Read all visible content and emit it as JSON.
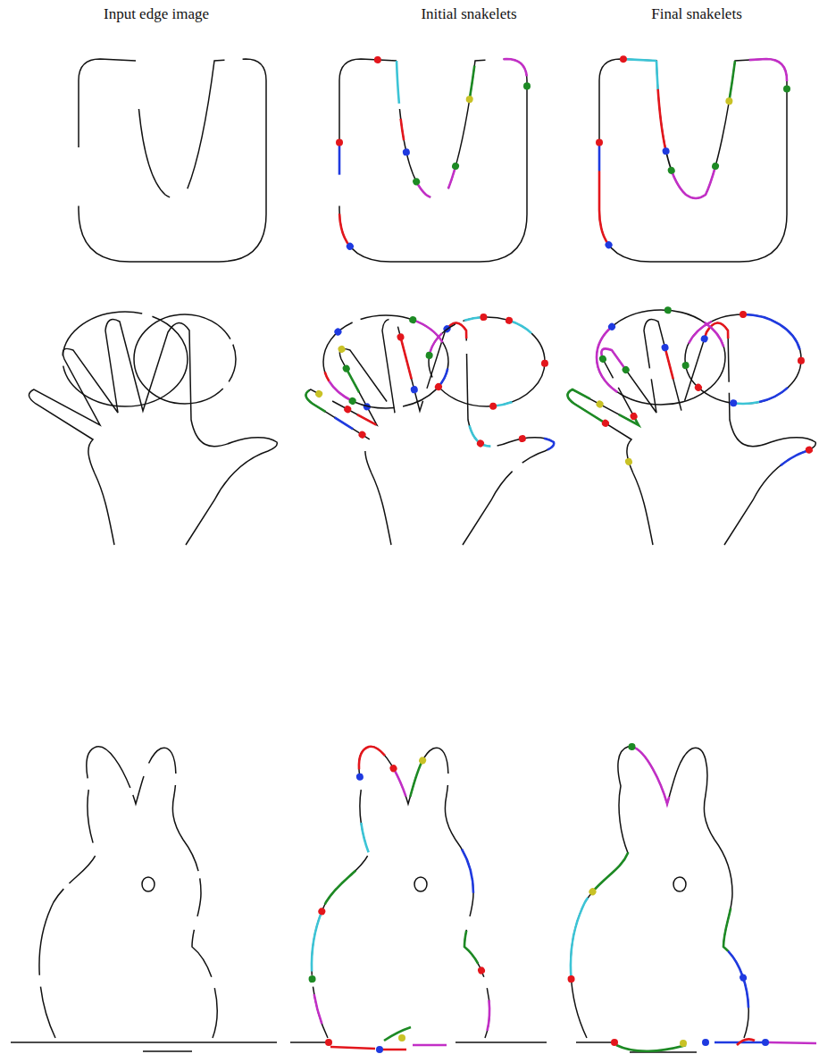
{
  "diagram": {
    "labels": [
      "Input edge image",
      "Initial snakelets",
      "Final snakelets"
    ]
  }
}
